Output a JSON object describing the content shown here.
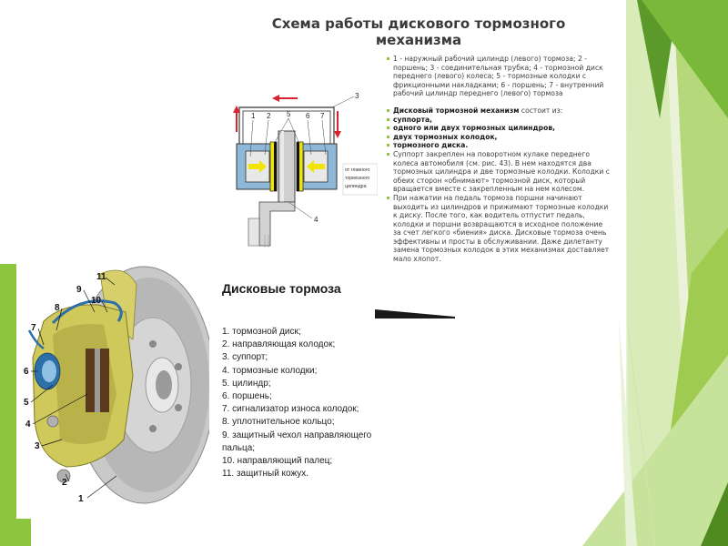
{
  "slide": {
    "title_line1": "Схема работы дискового тормозного",
    "title_line2": "механизма",
    "bullets": [
      {
        "text": "1 - наружный рабочий цилиндр (левого) тормоза; 2 - поршень; 3 - соединительная трубка; 4 - тормозной диск переднего (левого) колеса; 5 - тормозные колодки с фрикционными накладками; 6 - поршень; 7 - внутренний рабочий цилиндр переднего (левого) тормоза",
        "style": "normal"
      },
      {
        "bold": "Дисковый тормозной механизм",
        "text": " состоит из:",
        "style": "mixed"
      },
      {
        "text": "суппорта,",
        "style": "bold"
      },
      {
        "text": "одного или двух тормозных цилиндров,",
        "style": "bold"
      },
      {
        "text": "двух тормозных колодок,",
        "style": "bold"
      },
      {
        "text": "тормозного диска.",
        "style": "bold"
      },
      {
        "text": "Суппорт закреплен на поворотном кулаке переднего колеса автомобиля (см. рис. 43). В нем находятся два тормозных цилиндра и две тормозные колодки. Колодки с обеих сторон «обнимают» тормозной диск, который вращается вместе с закрепленным на нем колесом.",
        "style": "normal"
      },
      {
        "text": "При нажатии на педаль тормоза поршни начинают выходить из цилиндров и прижимают тормозные колодки к диску. После того, как водитель отпустит педаль, колодки и поршни возвращаются в исходное положение за счет легкого «биения» диска. Дисковые тормоза очень эффективны и просты в обслуживании. Даже дилетанту замена тормозных колодок в этих механизмах доставляет мало хлопот.",
        "style": "normal"
      }
    ]
  },
  "diagram": {
    "labels": [
      "1",
      "2",
      "5",
      "6",
      "7",
      "3",
      "4"
    ],
    "side_note": [
      "от главного",
      "тормозного",
      "цилиндра"
    ]
  },
  "caliper": {
    "labels": [
      "11",
      "9",
      "10",
      "8",
      "7",
      "6",
      "5",
      "4",
      "3",
      "2",
      "1"
    ],
    "legend_title": "Дисковые тормоза",
    "legend_items": [
      "1. тормозной диск;",
      "2. направляющая колодок;",
      "3. суппорт;",
      "4. тормозные колодки;",
      "5. цилиндр;",
      "6. поршень;",
      "7. сигнализатор износа колодок;",
      "8. уплотнительное кольцо;",
      "9. защитный чехол направляющего",
      "пальца;",
      "10. направляющий палец;",
      "11. защитный кожух."
    ]
  },
  "colors": {
    "accent_green": "#8cc63f",
    "dark_green": "#4e8a1e",
    "arrow_red": "#d9232e",
    "pad_yellow": "#f2e500",
    "cylinder_blue": "#8fb8d8"
  }
}
